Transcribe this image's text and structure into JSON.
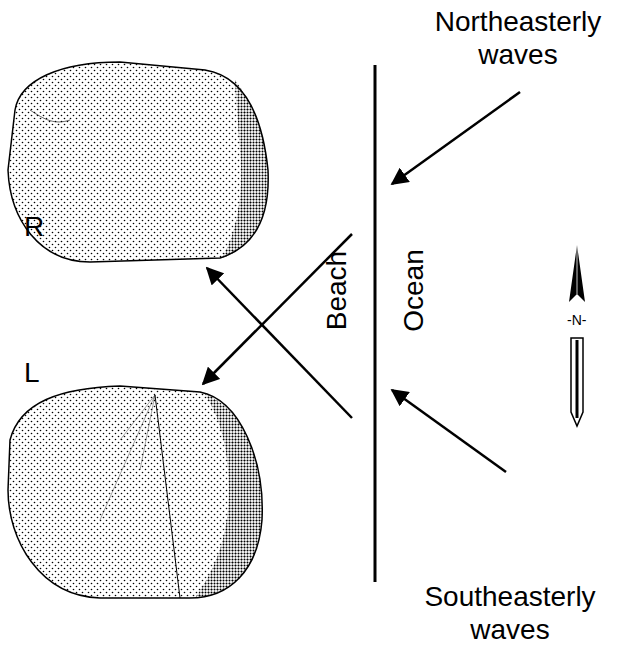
{
  "diagram": {
    "labels": [
      "Northeasterly waves",
      "Southeasterly waves",
      "Beach",
      "Ocean",
      "R",
      "L",
      "-N-"
    ]
  }
}
